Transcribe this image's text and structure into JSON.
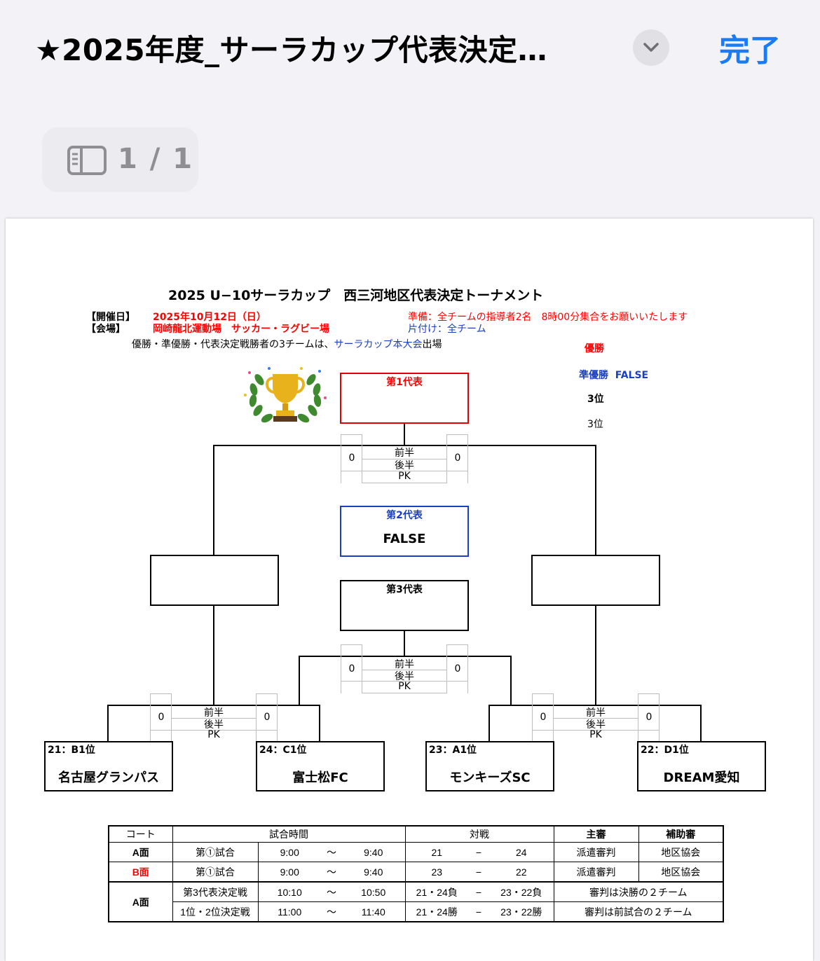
{
  "topbar": {
    "title": "★2025年度_サーラカップ代表決定…",
    "done_label": "完了",
    "pager": "1 / 1"
  },
  "doc": {
    "title": "2025 U−10サーラカップ　西三河地区代表決定トーナメント",
    "date_label": "【開催日】",
    "date_value": "2025年10月12日（日）",
    "venue_label": "【会場】",
    "venue_value": "岡崎龍北運動場　サッカー・ラグビー場",
    "prep_note": "準備：全チームの指導者2名　8時00分集合をお願いいたします",
    "cleanup_note": "片付け：全チーム",
    "advance_prefix": "優勝・準優勝・代表決定戦勝者の3チームは、",
    "advance_link": "サーラカップ本大会",
    "advance_suffix": "出場",
    "legend_winner": "優勝",
    "legend_runner": "準優勝",
    "legend_runner_value": "FALSE",
    "legend_third_a": "3位",
    "legend_third_b": "3位"
  },
  "bracket": {
    "rep1_label": "第1代表",
    "rep2_label": "第2代表",
    "rep2_value": "FALSE",
    "rep3_label": "第3代表",
    "first_half": "前半",
    "second_half": "後半",
    "pk": "PK",
    "final_scores": [
      "0",
      "0"
    ],
    "third_scores": [
      "0",
      "0"
    ],
    "semi_left_scores": [
      "0",
      "0"
    ],
    "semi_right_scores": [
      "0",
      "0"
    ],
    "teams": [
      {
        "num": "21：B1位",
        "name": "名古屋グランパス"
      },
      {
        "num": "24：C1位",
        "name": "富士松FC"
      },
      {
        "num": "23：A1位",
        "name": "モンキーズSC"
      },
      {
        "num": "22：D1位",
        "name": "DREAM愛知"
      }
    ]
  },
  "schedule": {
    "headers": [
      "コート",
      "試合時間",
      "対戦",
      "主審",
      "補助審"
    ],
    "rows": [
      {
        "court": "A面",
        "match": "第①試合",
        "start": "9:00",
        "tilde": "～",
        "end": "9:40",
        "home": "21",
        "dash": "−",
        "away": "24",
        "ref": "派遣審判",
        "assist": "地区協会"
      },
      {
        "court": "B面",
        "match": "第①試合",
        "start": "9:00",
        "tilde": "～",
        "end": "9:40",
        "home": "23",
        "dash": "−",
        "away": "22",
        "ref": "派遣審判",
        "assist": "地区協会"
      },
      {
        "court": "A面",
        "match": "第3代表決定戦",
        "start": "10:10",
        "tilde": "～",
        "end": "10:50",
        "home": "21・24負",
        "dash": "−",
        "away": "23・22負",
        "refnote": "審判は決勝の２チーム"
      },
      {
        "match": "1位・2位決定戦",
        "start": "11:00",
        "tilde": "～",
        "end": "11:40",
        "home": "21・24勝",
        "dash": "−",
        "away": "23・22勝",
        "refnote": "審判は前試合の２チーム"
      }
    ]
  },
  "colors": {
    "accent": "#1a7cf5",
    "red": "#ff0000",
    "blue": "#1a3fbf"
  }
}
